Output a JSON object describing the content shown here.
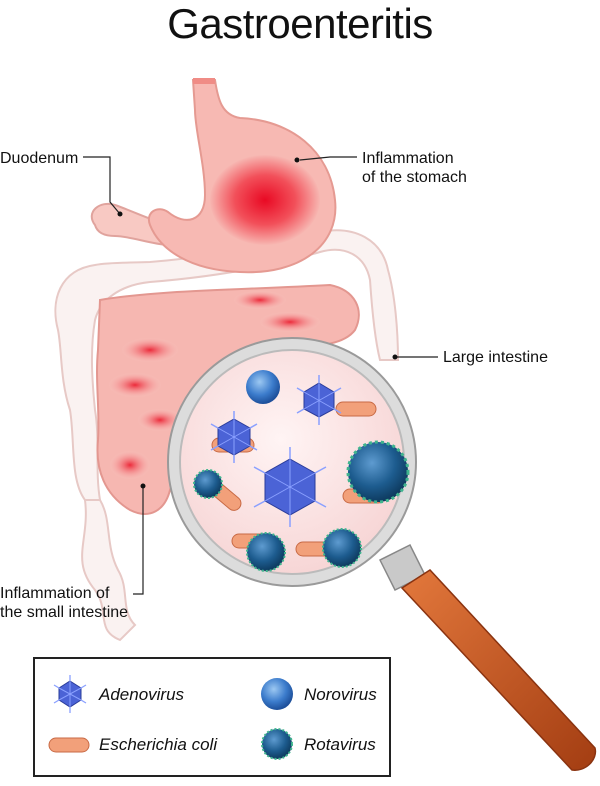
{
  "title": "Gastroenteritis",
  "labels": {
    "duodenum": "Duodenum",
    "stomach_line1": "Inflammation",
    "stomach_line2": "of the stomach",
    "large_intestine": "Large intestine",
    "small_line1": "Inflammation of",
    "small_line2": "the small intestine"
  },
  "legend": {
    "adenovirus": "Adenovirus",
    "ecoli": "Escherichia coli",
    "norovirus": "Norovirus",
    "rotavirus": "Rotavirus"
  },
  "colors": {
    "inflammation": "#e8192c",
    "tissue": "#f6b3ad",
    "intestine_light": "#faf3f2",
    "adenovirus": "#4b63d6",
    "norovirus": "#2f6fc0",
    "rotavirus": "#175a8c",
    "ecoli": "#f2a07a",
    "magnifier_handle": "#c8531d"
  }
}
